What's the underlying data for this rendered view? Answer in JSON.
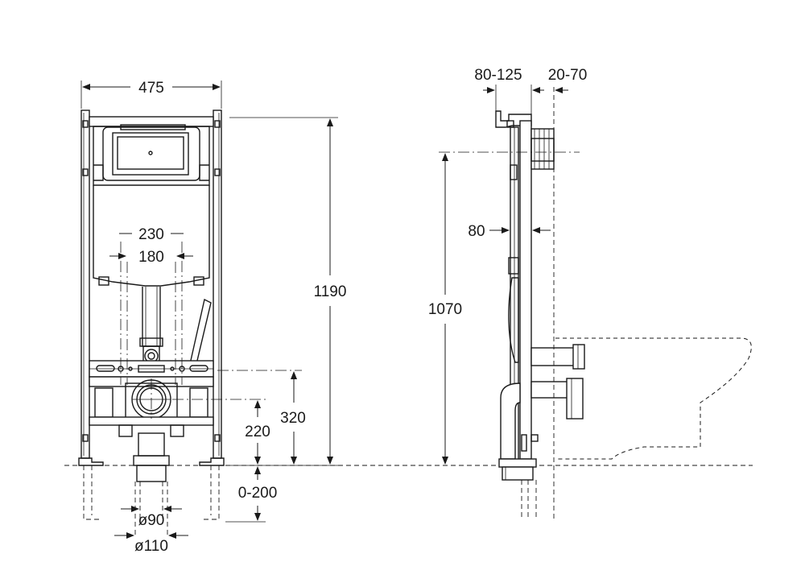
{
  "dimensions": {
    "width_475": "475",
    "height_1190": "1190",
    "spacing_230": "230",
    "spacing_180": "180",
    "height_320": "320",
    "height_220": "220",
    "floor_0_200": "0-200",
    "dia_90": "ø90",
    "dia_110": "ø110",
    "depth_80_125": "80-125",
    "wall_20_70": "20-70",
    "depth_80": "80",
    "height_1070": "1070"
  }
}
